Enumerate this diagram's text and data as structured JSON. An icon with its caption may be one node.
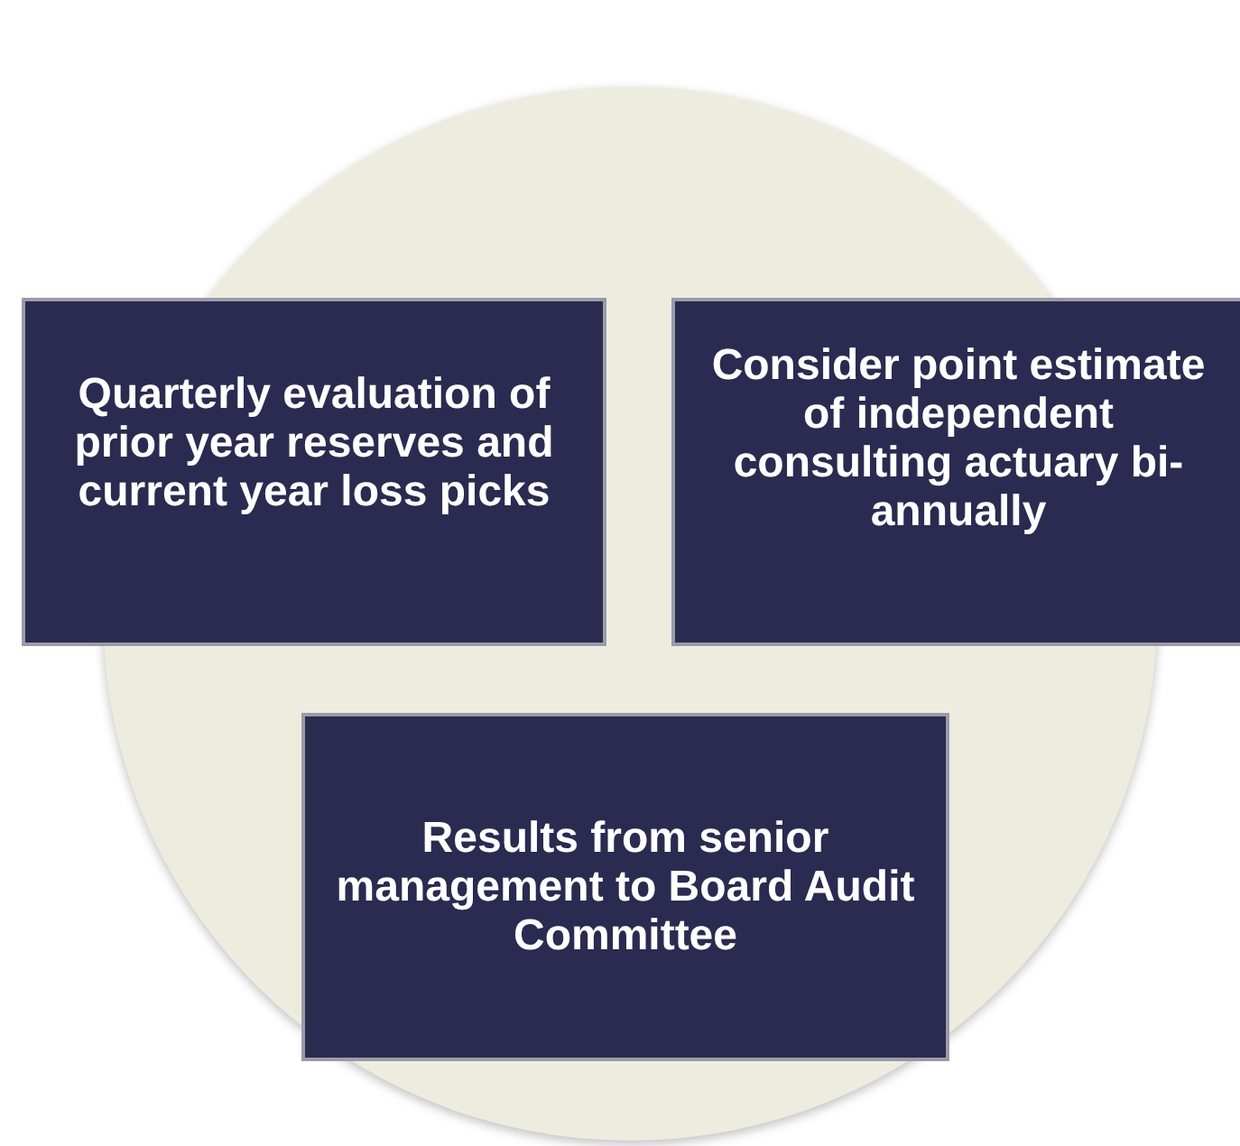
{
  "diagram": {
    "nodes": [
      {
        "text": [
          "Quarterly evaluation of prior year reserves and current year loss picks"
        ]
      },
      {
        "text": [
          "Consider point estimate of independent consulting actuary bi-annually"
        ]
      },
      {
        "text": [
          "Results from senior management to Board Audit Committee"
        ]
      }
    ],
    "edges": []
  }
}
